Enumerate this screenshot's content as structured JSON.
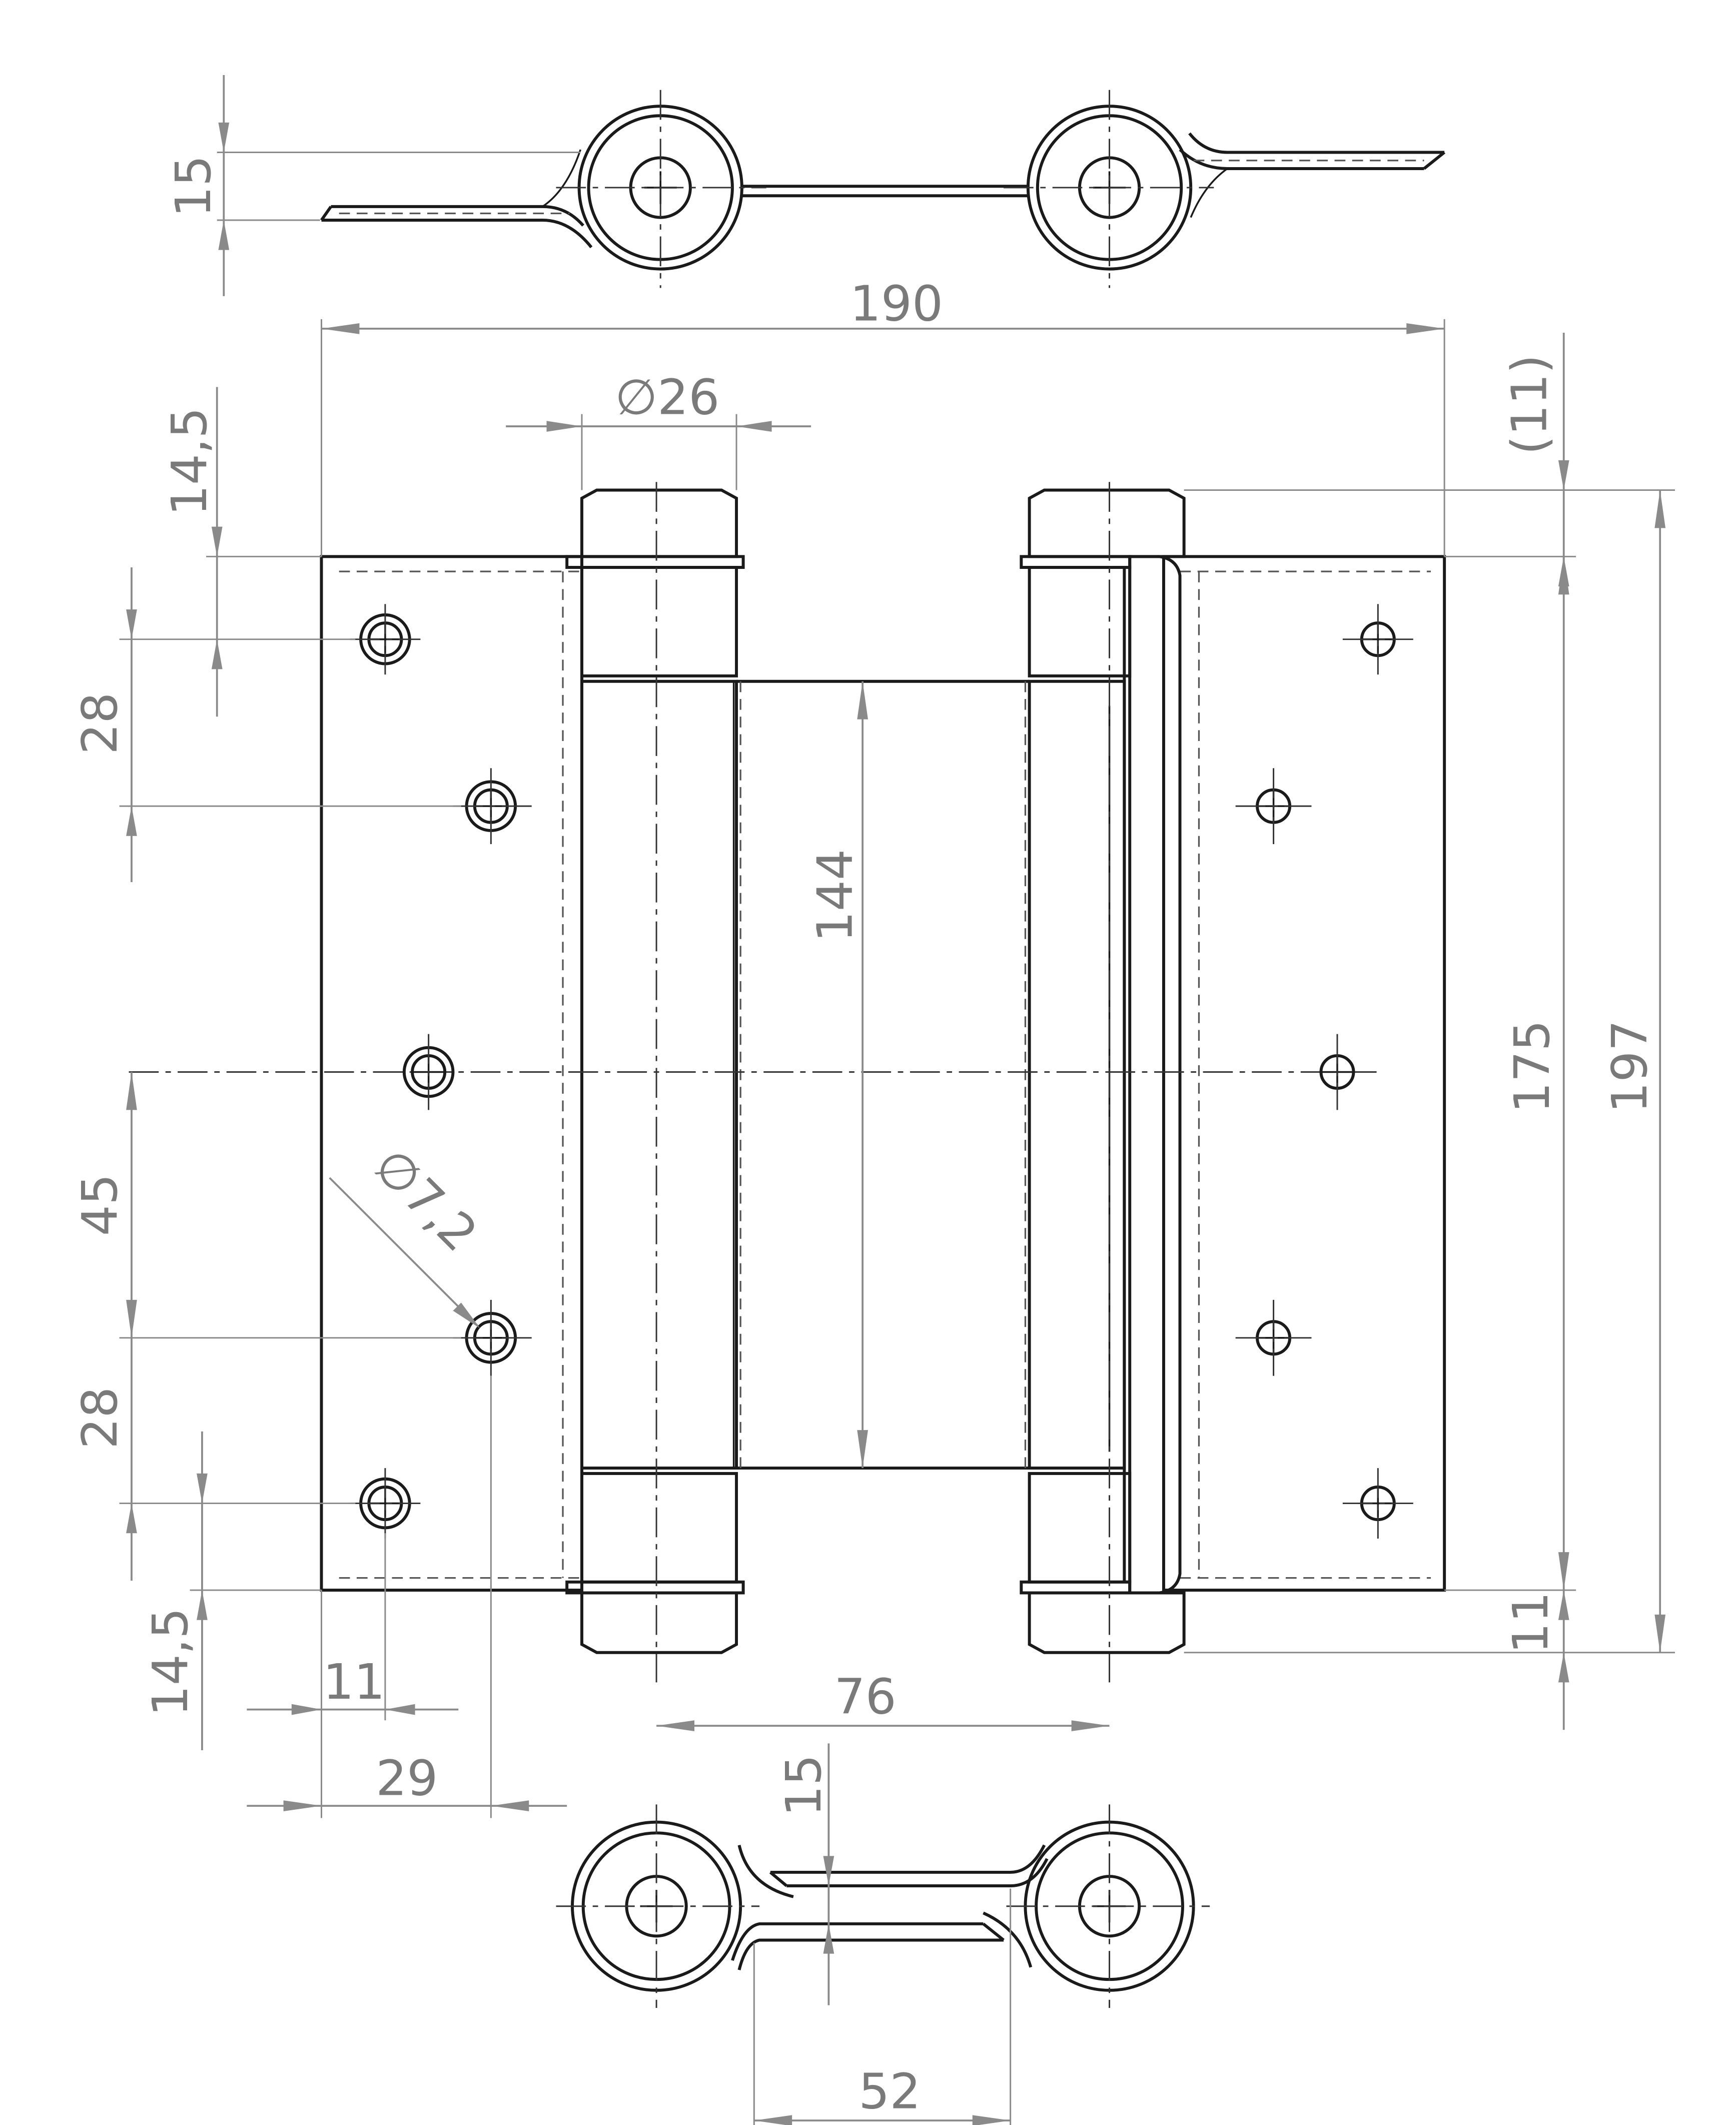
{
  "dimensions": {
    "top_view_thickness": "15",
    "overall_width": "190",
    "barrel_diameter": "∅26",
    "top_clearance": "(11)",
    "top_edge_to_hole": "14,5",
    "hole_spacing_upper": "28",
    "barrel_length": "144",
    "leaf_height": "175",
    "overall_height": "197",
    "hole_spacing_middle": "45",
    "hole_diameter": "∅7,2",
    "hole_spacing_lower": "28",
    "bottom_edge_to_hole": "14,5",
    "edge_to_hole_x": "11",
    "bottom_clearance": "11",
    "barrel_spacing": "76",
    "edge_to_hole_x2": "29",
    "bottom_view_thickness": "15",
    "bottom_view_width": "52"
  }
}
